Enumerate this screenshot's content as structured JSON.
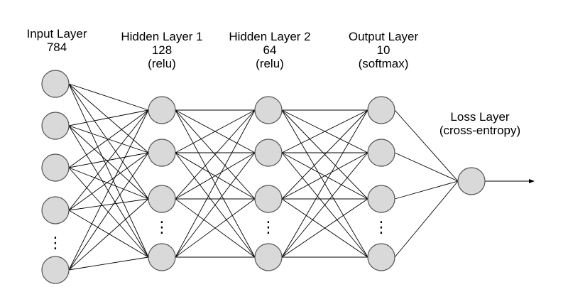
{
  "colors": {
    "node_fill": "#d9d9d9",
    "node_stroke": "#555555",
    "edge": "#000000",
    "text": "#000000"
  },
  "layers": [
    {
      "name": "Input Layer",
      "size": "784",
      "activation": ""
    },
    {
      "name": "Hidden Layer 1",
      "size": "128",
      "activation": "(relu)"
    },
    {
      "name": "Hidden Layer 2",
      "size": "64",
      "activation": "(relu)"
    },
    {
      "name": "Output Layer",
      "size": "10",
      "activation": "(softmax)"
    }
  ],
  "loss": {
    "name": "Loss Layer",
    "type": "(cross-entropy)"
  },
  "ellipsis": "⋮"
}
